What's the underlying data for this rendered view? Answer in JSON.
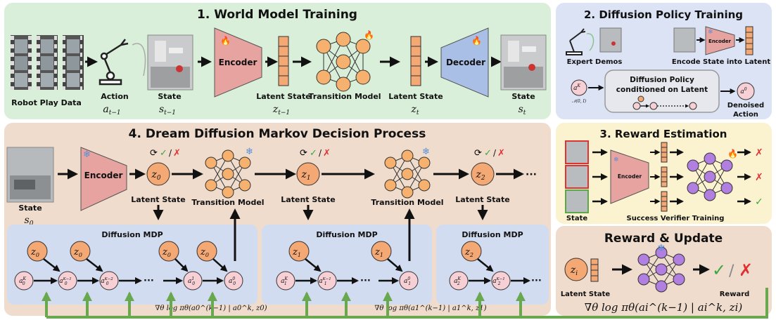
{
  "colors": {
    "panel1_bg": "#d9efd9",
    "panel2_bg": "#dbe3f5",
    "panel3_bg": "#fbf2cf",
    "panel4_bg": "#efdccd",
    "subpanel_bg": "#d2dcf0",
    "encoder": "#e6a3a0",
    "decoder": "#a9bfe6",
    "latent_cell": "#f4a874",
    "node_orange": "#f4a874",
    "node_pink": "#f6d0d5",
    "network_node": "#f7b16e",
    "reward_node": "#b07fe0",
    "feedback_arrow": "#6aa84f",
    "check": "#3fa63f",
    "cross": "#e03030"
  },
  "icons": [
    "film-strip-icon",
    "robot-arm-icon",
    "fire-icon",
    "snowflake-icon",
    "refresh-icon",
    "check-icon",
    "cross-icon"
  ],
  "panel1": {
    "title": "1. World Model Training",
    "robot_play_data": "Robot Play Data",
    "action_label": "Action",
    "action_math": "a",
    "action_sub": "t−1",
    "state_label": "State",
    "state_math": "s",
    "state_sub": "t−1",
    "encoder": "Encoder",
    "latent_label_1": "Latent State",
    "latent_math_1": "z",
    "latent_sub_1": "t−1",
    "transition_model": "Transition Model",
    "latent_label_2": "Latent State",
    "latent_math_2": "z",
    "latent_sub_2": "t",
    "decoder": "Decoder",
    "state_label_2": "State",
    "state_math_2": "s",
    "state_sub_2": "t"
  },
  "panel2": {
    "title": "2. Diffusion Policy Training",
    "expert_demos": "Expert Demos",
    "encode_state": "Encode State into Latent",
    "encoder_small": "Encoder",
    "policy_line1": "Diffusion Policy",
    "policy_line2": "conditioned on Latent",
    "noise_node": "a",
    "noise_sup": "K",
    "noise_dist": "𝒩(0, I)",
    "denoised_node": "a",
    "denoised_sup": "0",
    "denoised_line1": "Denoised",
    "denoised_line2": "Action"
  },
  "panel3": {
    "title": "3. Reward Estimation",
    "state_label": "State",
    "encoder_small": "Encoder",
    "verifier_label": "Success Verifier Training"
  },
  "panel4": {
    "title": "4. Dream Diffusion Markov Decision Process",
    "state_label": "State",
    "state_math": "s",
    "state_sub": "0",
    "encoder": "Encoder",
    "latent_state": "Latent State",
    "transition_model": "Transition Model",
    "diffusion_mdp": "Diffusion MDP",
    "ellipsis": "···",
    "gradient_0": "∇θ log πθ(a0^(k−1) | a0^k, z0)",
    "gradient_1": "∇θ log πθ(a1^(k−1) | a1^k, z1)"
  },
  "panel5": {
    "title": "Reward & Update",
    "latent_state": "Latent State",
    "reward": "Reward",
    "node": "z",
    "node_sub": "i",
    "gradient": "∇θ log πθ(ai^(k−1) | ai^k, zi)",
    "slash": "/"
  }
}
